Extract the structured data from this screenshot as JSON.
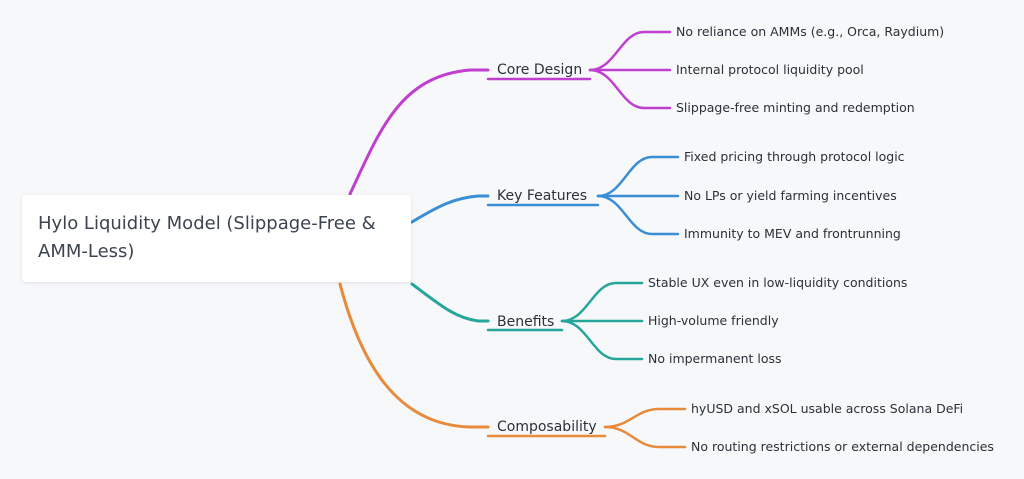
{
  "root": {
    "label": "Hylo Liquidity Model (Slippage-Free & AMM-Less)"
  },
  "branches": [
    {
      "label": "Core Design",
      "color": "#c03fd1",
      "leaves": [
        "No reliance on AMMs (e.g., Orca, Raydium)",
        "Internal protocol liquidity pool",
        "Slippage-free minting and redemption"
      ]
    },
    {
      "label": "Key Features",
      "color": "#3a8ed6",
      "leaves": [
        "Fixed pricing through protocol logic",
        "No LPs or yield farming incentives",
        "Immunity to MEV and frontrunning"
      ]
    },
    {
      "label": "Benefits",
      "color": "#26a69a",
      "leaves": [
        "Stable UX even in low-liquidity conditions",
        "High-volume friendly",
        "No impermanent loss"
      ]
    },
    {
      "label": "Composability",
      "color": "#e88a3c",
      "leaves": [
        "hyUSD and xSOL usable across Solana DeFi",
        "No routing restrictions or external dependencies"
      ]
    }
  ]
}
